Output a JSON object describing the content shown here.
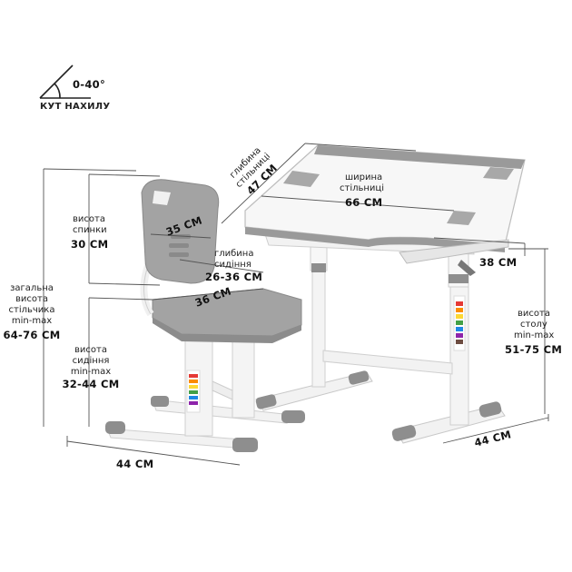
{
  "tilt": {
    "range": "0-40°",
    "caption": "КУТ НАХИЛУ"
  },
  "desk": {
    "width_label": [
      "ширина",
      "стільниці"
    ],
    "width_value": "66 СМ",
    "depth_label": [
      "глибина",
      "стільниці"
    ],
    "depth_value": "47 СМ",
    "shelf_value": "38 СМ",
    "height_label": [
      "висота",
      "столу",
      "min-max"
    ],
    "height_value": "51-75 СМ",
    "base_value": "44 СМ"
  },
  "chair": {
    "back_width_value": "35 СМ",
    "back_height_label": [
      "висота",
      "спинки"
    ],
    "back_height_value": "30 СМ",
    "seat_depth_label": [
      "глибина",
      "сидіння"
    ],
    "seat_depth_value": "26-36 СМ",
    "seat_width_value": "36 СМ",
    "total_height_label": [
      "загальна",
      "висота",
      "стільчика",
      "min-max"
    ],
    "total_height_value": "64-76 СМ",
    "seat_height_label": [
      "висота",
      "сидіння",
      "min-max"
    ],
    "seat_height_value": "32-44 СМ",
    "base_value": "44 СМ"
  },
  "colors": {
    "frame": "#f4f4f4",
    "accent_gray": "#9a9a9a",
    "dim_line": "#555555"
  }
}
